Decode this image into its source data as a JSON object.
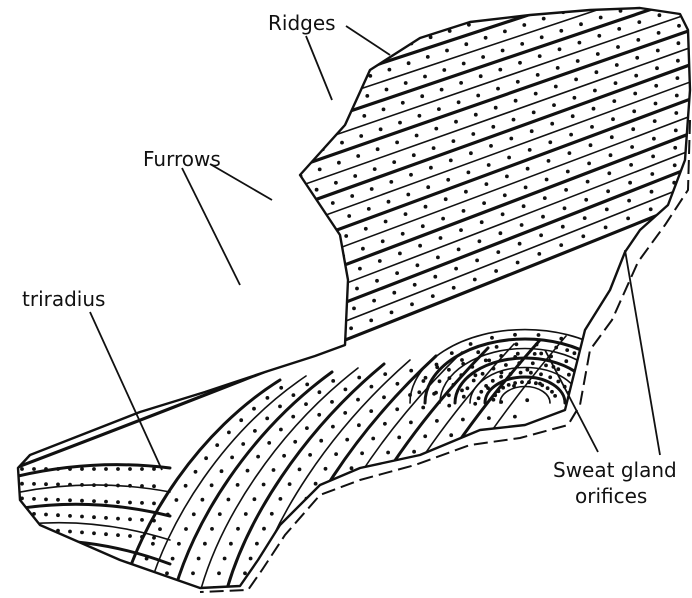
{
  "labels": {
    "ridges": "Ridges",
    "furrows": "Furrows",
    "triradius": "triradius",
    "sweat_line1": "Sweat gland",
    "sweat_line2": "orifices"
  },
  "colors": {
    "ink": "#111111",
    "paper": "#ffffff"
  }
}
